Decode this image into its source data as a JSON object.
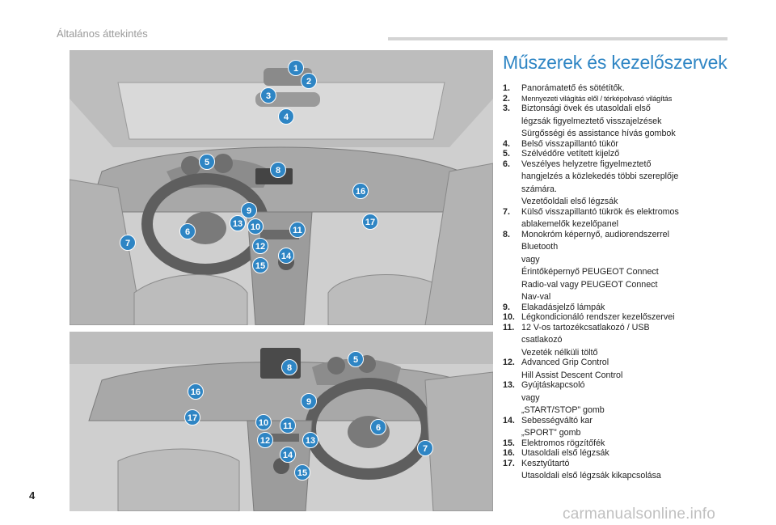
{
  "header": {
    "section_title": "Általános áttekintés"
  },
  "main": {
    "title": "Műszerek és kezelőszervek"
  },
  "callouts_top": [
    "1",
    "2",
    "3",
    "4",
    "5",
    "8",
    "16",
    "9",
    "13",
    "10",
    "11",
    "17",
    "6",
    "12",
    "7",
    "14",
    "15"
  ],
  "callouts_bottom": [
    "5",
    "8",
    "16",
    "9",
    "17",
    "10",
    "11",
    "6",
    "12",
    "13",
    "14",
    "7",
    "15"
  ],
  "legend": [
    {
      "num": "1.",
      "lines": [
        "Panorámatető és sötétítők."
      ]
    },
    {
      "num": "2.",
      "lines": [
        "Mennyezeti világítás elől / térképolvasó világítás"
      ],
      "small": true
    },
    {
      "num": "3.",
      "lines": [
        "Biztonsági övek és utasoldali első",
        "légzsák figyelmeztető visszajelzések",
        "Sürgősségi és assistance hívás gombok"
      ]
    },
    {
      "num": "4.",
      "lines": [
        "Belső visszapillantó tükör"
      ]
    },
    {
      "num": "5.",
      "lines": [
        "Szélvédőre vetített kijelző"
      ]
    },
    {
      "num": "6.",
      "lines": [
        "Veszélyes helyzetre figyelmeztető",
        "hangjelzés a közlekedés többi szereplője",
        "számára.",
        "Vezetőoldali első légzsák"
      ]
    },
    {
      "num": "7.",
      "lines": [
        "Külső visszapillantó tükrök és elektromos",
        "ablakemelők kezelőpanel"
      ]
    },
    {
      "num": "8.",
      "lines": [
        "Monokróm képernyő, audiorendszerrel",
        "Bluetooth",
        "vagy",
        "Érintőképernyő PEUGEOT Connect",
        "Radio-val vagy PEUGEOT Connect",
        "Nav-val"
      ]
    },
    {
      "num": "9.",
      "lines": [
        "Elakadásjelző lámpák"
      ]
    },
    {
      "num": "10.",
      "lines": [
        "Légkondicionáló rendszer kezelőszervei"
      ]
    },
    {
      "num": "11.",
      "lines": [
        "12 V-os tartozékcsatlakozó / USB",
        "csatlakozó",
        "Vezeték nélküli töltő"
      ]
    },
    {
      "num": "12.",
      "lines": [
        "Advanced Grip Control",
        "Hill Assist Descent Control"
      ]
    },
    {
      "num": "13.",
      "lines": [
        "Gyújtáskapcsoló",
        "vagy",
        "„START/STOP” gomb"
      ]
    },
    {
      "num": "14.",
      "lines": [
        "Sebességváltó kar",
        "„SPORT” gomb"
      ]
    },
    {
      "num": "15.",
      "lines": [
        "Elektromos rögzítőfék"
      ]
    },
    {
      "num": "16.",
      "lines": [
        "Utasoldali első légzsák"
      ]
    },
    {
      "num": "17.",
      "lines": [
        "Kesztyűtartó",
        "Utasoldali első légzsák kikapcsolása"
      ]
    }
  ],
  "footer": {
    "page_number": "4",
    "watermark": "carmanualsonline.info"
  },
  "colors": {
    "accent": "#2e85c4",
    "illustration_bg": "#cdcdcd"
  }
}
